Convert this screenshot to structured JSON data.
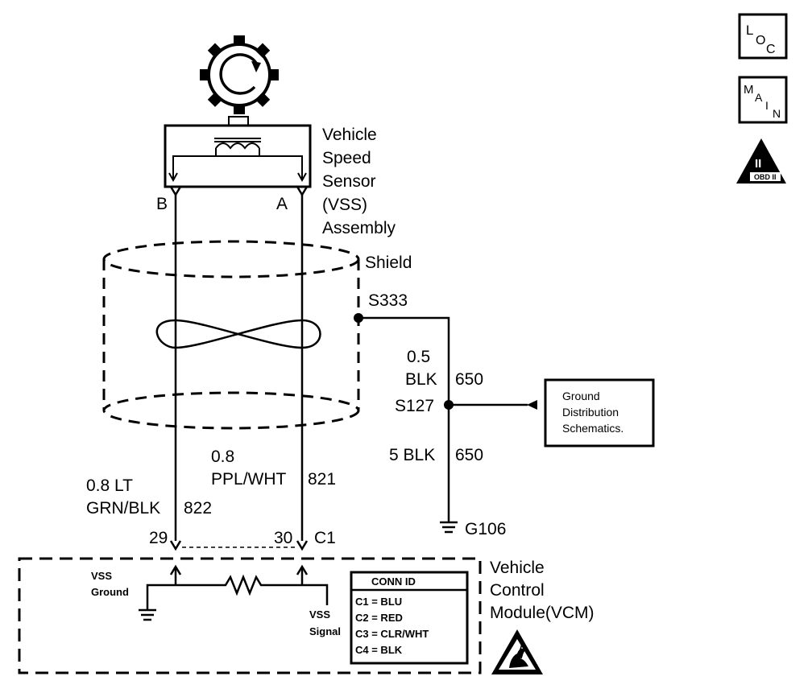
{
  "sensor": {
    "label_lines": [
      "Vehicle",
      "Speed",
      "Sensor",
      "(VSS)",
      "Assembly"
    ],
    "pin_b": "B",
    "pin_a": "A"
  },
  "shield_label": "Shield",
  "splice_top": "S333",
  "splice_mid": "S127",
  "wire_650_upper": {
    "gauge": "0.5",
    "color": "BLK",
    "circuit": "650"
  },
  "wire_650_lower": {
    "gauge_color": "5 BLK",
    "circuit": "650"
  },
  "ground": "G106",
  "ground_dist_box": [
    "Ground",
    "Distribution",
    "Schematics."
  ],
  "wire_822": {
    "line1": "0.8 LT",
    "line2": "GRN/BLK",
    "circuit": "822"
  },
  "wire_821": {
    "line1": "0.8",
    "line2": "PPL/WHT",
    "circuit": "821"
  },
  "pins": {
    "left": "29",
    "right": "30",
    "connector": "C1"
  },
  "vcm": {
    "label_lines": [
      "Vehicle",
      "Control",
      "Module(VCM)"
    ],
    "vss_ground": [
      "VSS",
      "Ground"
    ],
    "vss_signal": [
      "VSS",
      "Signal"
    ]
  },
  "conn_id": {
    "title": "CONN ID",
    "rows": [
      "C1 = BLU",
      "C2 = RED",
      "C3 = CLR/WHT",
      "C4 = BLK"
    ]
  },
  "icons": {
    "loc": {
      "big": "L",
      "mid": "O",
      "end": "C"
    },
    "main": {
      "a": "M",
      "b": "A",
      "c": "I",
      "d": "N"
    },
    "obd": {
      "roman": "II",
      "label": "OBD II"
    }
  }
}
